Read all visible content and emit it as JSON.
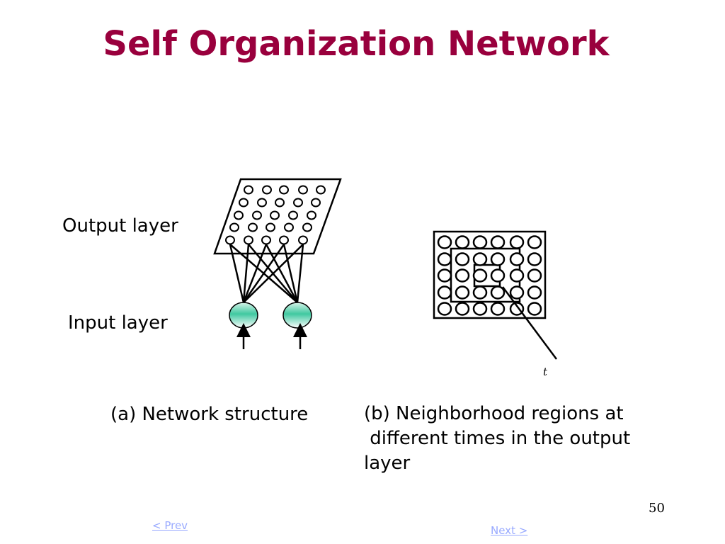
{
  "slide": {
    "title": "Self Organization Network",
    "page_number": "50"
  },
  "diagram_a": {
    "output_label": "Output layer",
    "input_label": "Input layer",
    "caption": "(a) Network structure"
  },
  "diagram_b": {
    "time_label": "t",
    "caption": "(b) Neighborhood regions at\n different times in the output\nlayer"
  },
  "nav": {
    "prev_label": "< Prev",
    "next_label": "Next >"
  },
  "colors": {
    "title": "#99003d",
    "link": "#99aaff",
    "node_fill": "#40c8a0"
  }
}
